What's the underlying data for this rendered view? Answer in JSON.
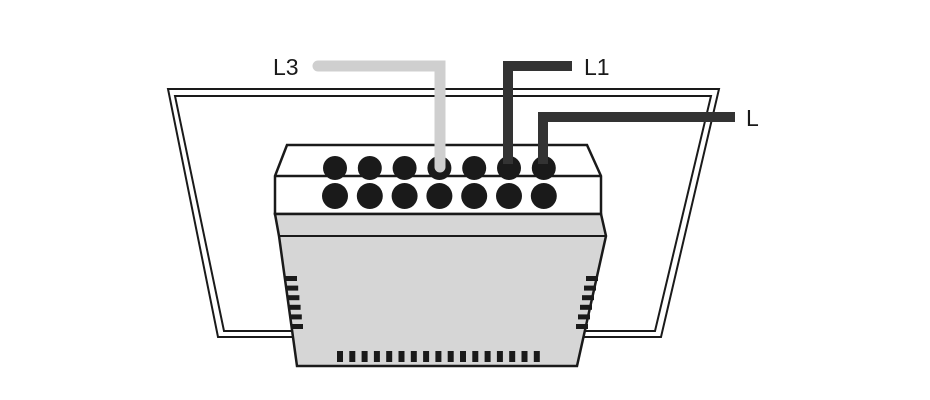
{
  "labels": {
    "l3": "L3",
    "l1": "L1",
    "l": "L"
  },
  "colors": {
    "outline": "#1a1a1a",
    "terminal": "#1a1a1a",
    "module_fill": "#d6d6d6",
    "wire_l3": "#cfcfcf",
    "wire_l1": "#333333",
    "wire_l": "#333333"
  },
  "terminals": {
    "rows": 2,
    "per_row": 7
  }
}
